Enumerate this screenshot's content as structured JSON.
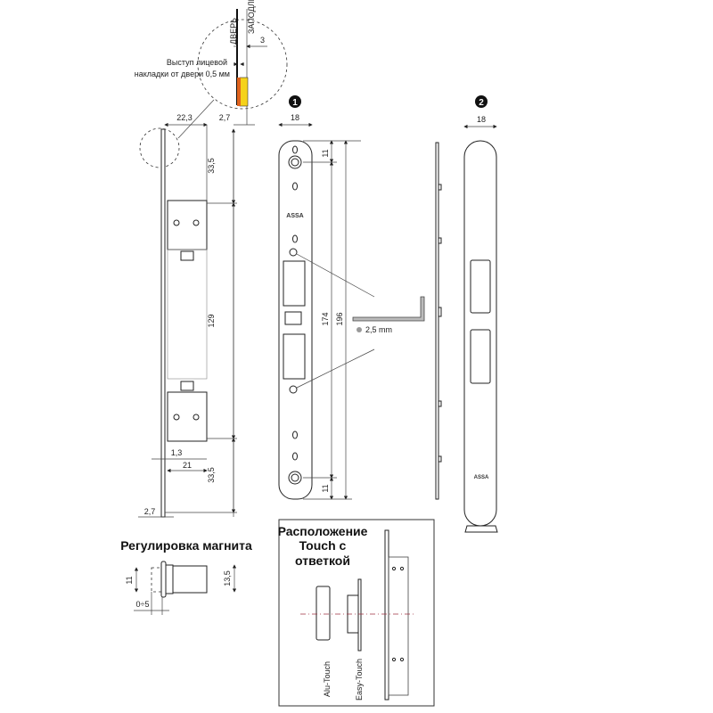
{
  "detail": {
    "door_label": "ДВЕРЬ",
    "flush_label": "ЗАПОДЛИЦО",
    "dim_3": "3",
    "note_line1": "Выступ лицевой",
    "note_line2": "накладки от двери 0,5 мм",
    "colors": {
      "yellow": "#f5d21a",
      "orange": "#e0641e"
    }
  },
  "side_view": {
    "dim_width": "22,3",
    "dim_offset": "2,7",
    "dim_top": "33,5",
    "dim_mid": "129",
    "dim_bottom": "33,5",
    "dim_1_3": "1,3",
    "dim_21": "21",
    "dim_base": "2,7"
  },
  "part1": {
    "badge": "1",
    "dim_width": "18",
    "dim_top": "11",
    "dim_174": "174",
    "dim_196": "196",
    "dim_bottom": "11",
    "logo": "ASSA",
    "key_size": "2,5 mm"
  },
  "part2": {
    "badge": "2",
    "dim_width": "18",
    "logo": "ASSA"
  },
  "magnet": {
    "title": "Регулировка магнита",
    "dim_11": "11",
    "dim_13_5": "13,5",
    "dim_range": "0÷5"
  },
  "touch_box": {
    "title_line1": "Расположение",
    "title_line2": "Touch с",
    "title_line3": "ответкой",
    "label_alu": "Alu-Touch",
    "label_easy": "Easy-Touch"
  }
}
